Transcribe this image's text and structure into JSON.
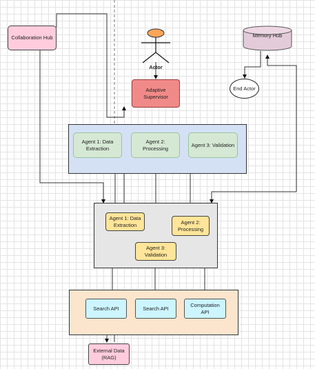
{
  "nodes": {
    "collaboration_hub": "Collaboration Hub",
    "actor": "Actor",
    "memory_hub": "Memory Hub",
    "end_actor": "End Actor",
    "adaptive_supervisor": "Adaptive Supervisor",
    "top_agent_1": "Agent 1: Data Extraction",
    "top_agent_2": "Agent 2: Processing",
    "top_agent_3": "Agent 3: Validation",
    "mid_agent_1": "Agent 1: Data Extraction",
    "mid_agent_2": "Agent 2: Processing",
    "mid_agent_3": "Agent 3: Validation",
    "search_api_1": "Search API",
    "search_api_2": "Search API",
    "computation_api": "Computation API",
    "external_data": "External Data (RAG)"
  },
  "colors": {
    "pink": "#ffccdd",
    "memory": "#e3cbd9",
    "supervisor": "#f08a88",
    "blue_container": "#d4e1f5",
    "green_agent": "#d5e8d4",
    "gray_container": "#e6e6e6",
    "yellow_agent": "#ffe599",
    "peach_container": "#fce5cd",
    "cyan_api": "#ccf5ff",
    "actor_head": "#f9a55a"
  }
}
